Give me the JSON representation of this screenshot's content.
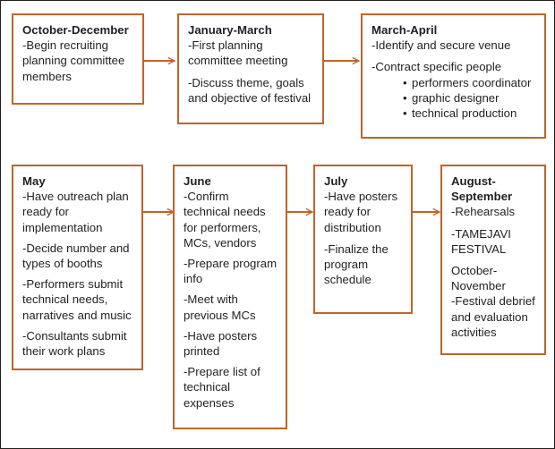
{
  "colors": {
    "box_border": "#c0642a",
    "arrow": "#c0642a",
    "text": "#231f20"
  },
  "boxes": [
    {
      "title": "October-December",
      "items": [
        "-Begin recruiting planning committee members"
      ]
    },
    {
      "title": "January-March",
      "items": [
        "-First planning committee meeting",
        "-Discuss theme, goals and objective of festival"
      ]
    },
    {
      "title": "March-April",
      "items": [
        "-Identify and secure venue",
        "-Contract specific people"
      ],
      "bullets": [
        "performers coordinator",
        "graphic designer",
        "technical production"
      ]
    },
    {
      "title": "May",
      "items": [
        "-Have outreach plan ready for implementation",
        "-Decide number and types of booths",
        "-Performers  submit technical needs, narratives and music",
        "-Consultants submit their work plans"
      ]
    },
    {
      "title": "June",
      "items": [
        "-Confirm technical needs for performers, MCs, vendors",
        "-Prepare program info",
        "-Meet with previous MCs",
        "-Have posters printed",
        "-Prepare list of technical expenses"
      ]
    },
    {
      "title": "July",
      "items": [
        "-Have posters ready for distribution",
        "-Finalize the program schedule"
      ]
    },
    {
      "title": "August-September",
      "items": [
        "-Rehearsals",
        "-TAMEJAVI FESTIVAL"
      ],
      "sub_title": "October-November",
      "sub_items": [
        "-Festival debrief and evaluation activities"
      ]
    }
  ]
}
